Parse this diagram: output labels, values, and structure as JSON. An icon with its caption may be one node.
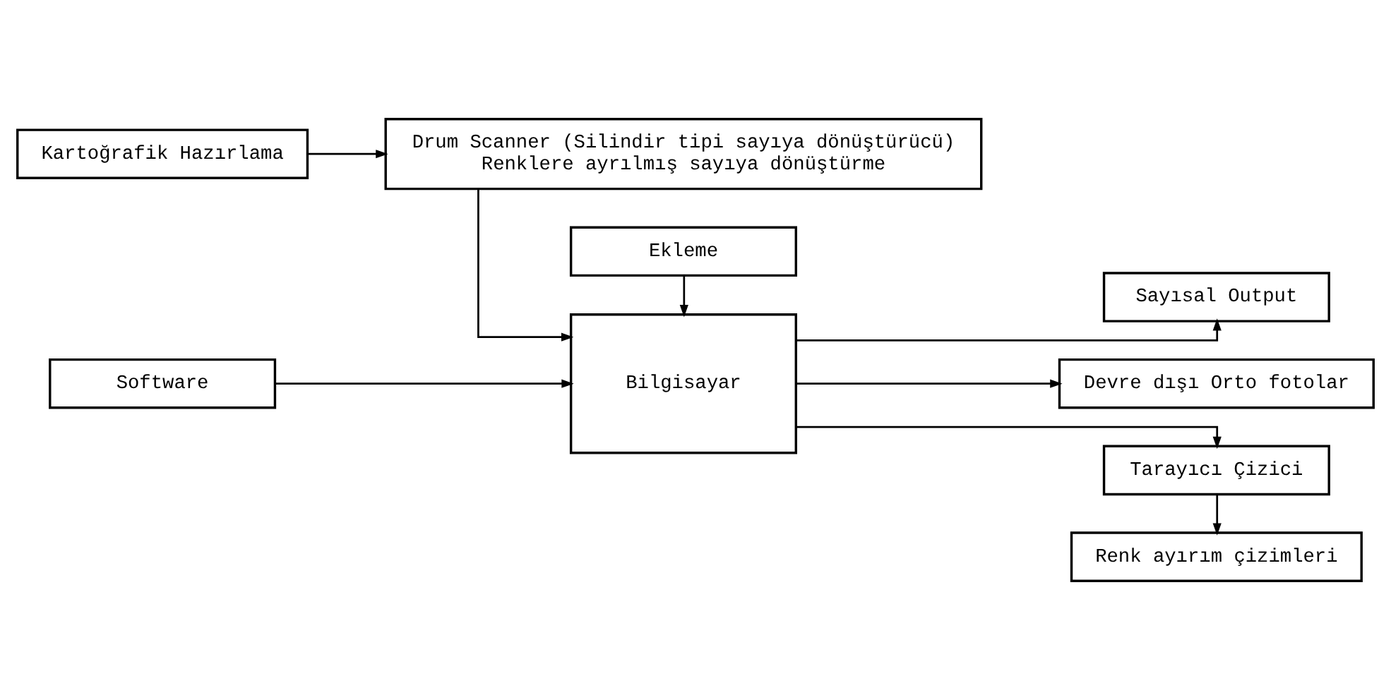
{
  "diagram": {
    "nodes": [
      {
        "text": [
          "Kartoğrafik Hazırlama"
        ]
      },
      {
        "text": [
          "Drum Scanner (Silindir tipi sayıya dönüştürücü)",
          "Renklere ayrılmış sayıya dönüştürme"
        ]
      },
      {
        "text": [
          "Sayısal Output"
        ]
      },
      {
        "text": [
          "Software"
        ]
      },
      {
        "text": [
          "Bilgisayar"
        ]
      },
      {
        "text": [
          "Devre dışı Orto fotolar"
        ]
      },
      {
        "text": [
          "Tarayıcı Çizici"
        ]
      },
      {
        "text": [
          "Ekleme"
        ]
      },
      {
        "text": [
          "Renk ayırım çizimleri"
        ]
      }
    ],
    "edges": [
      {
        "from": 0,
        "to": 1,
        "arrow": "to"
      },
      {
        "from": 1,
        "to": 4,
        "arrow": "to"
      },
      {
        "from": 3,
        "to": 4,
        "arrow": "to"
      },
      {
        "from": 4,
        "to": 2,
        "arrow": "to"
      },
      {
        "from": 4,
        "to": 5,
        "arrow": "to"
      },
      {
        "from": 4,
        "to": 6,
        "arrow": "to"
      },
      {
        "from": 7,
        "to": 4,
        "arrow": "to"
      },
      {
        "from": 6,
        "to": 8,
        "arrow": "to"
      }
    ]
  }
}
